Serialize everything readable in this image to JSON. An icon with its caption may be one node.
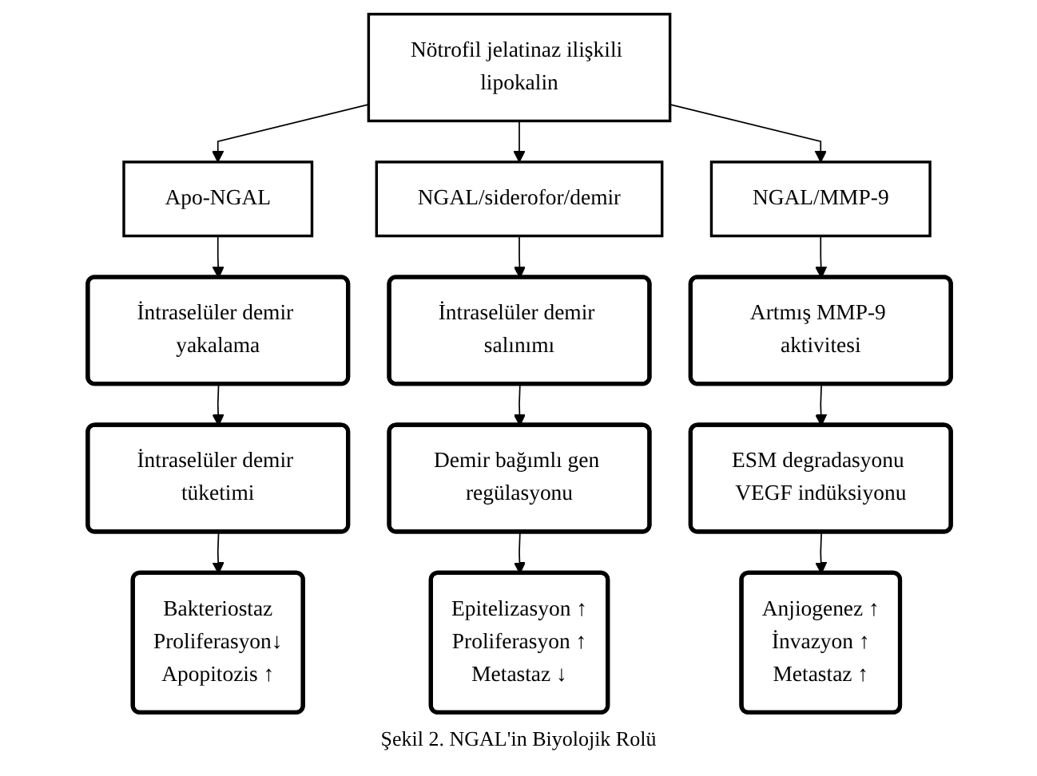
{
  "diagram": {
    "caption": "Şekil 2. NGAL'in Biyolojik Rolü",
    "nodes": [
      {
        "text": [
          "Nötrofil jelatinaz ilişkili lipokalin"
        ]
      },
      {
        "text": [
          "Apo-NGAL"
        ]
      },
      {
        "text": [
          "NGAL/siderofor/demir"
        ]
      },
      {
        "text": [
          "NGAL/MMP-9"
        ]
      },
      {
        "text": [
          "İntraselüler demir yakalama"
        ]
      },
      {
        "text": [
          "İntraselüler demir tüketimi"
        ]
      },
      {
        "text": [
          "Bakteriostaz",
          "Proliferasyon↓",
          "Apopitozis ↑"
        ]
      },
      {
        "text": [
          "İntraselüler demir salınımı"
        ]
      },
      {
        "text": [
          "Demir bağımlı gen regülasyonu"
        ]
      },
      {
        "text": [
          "Epitelizasyon ↑",
          "Proliferasyon ↑",
          "Metastaz ↓"
        ]
      },
      {
        "text": [
          "Artmış MMP-9 aktivitesi"
        ]
      },
      {
        "text": [
          "ESM degradasyonu VEGF indüksiyonu"
        ]
      },
      {
        "text": [
          "Anjiogenez ↑",
          "İnvazyon ↑",
          "Metastaz ↑"
        ]
      }
    ],
    "edges": [
      {
        "from": 0,
        "to": 1,
        "arrow": "to"
      },
      {
        "from": 0,
        "to": 2,
        "arrow": "to"
      },
      {
        "from": 0,
        "to": 3,
        "arrow": "to"
      },
      {
        "from": 1,
        "to": 4,
        "arrow": "to"
      },
      {
        "from": 4,
        "to": 5,
        "arrow": "to"
      },
      {
        "from": 5,
        "to": 6,
        "arrow": "to"
      },
      {
        "from": 2,
        "to": 7,
        "arrow": "to"
      },
      {
        "from": 7,
        "to": 8,
        "arrow": "to"
      },
      {
        "from": 8,
        "to": 9,
        "arrow": "to"
      },
      {
        "from": 3,
        "to": 10,
        "arrow": "to"
      },
      {
        "from": 10,
        "to": 11,
        "arrow": "to"
      },
      {
        "from": 11,
        "to": 12,
        "arrow": "to"
      }
    ]
  }
}
